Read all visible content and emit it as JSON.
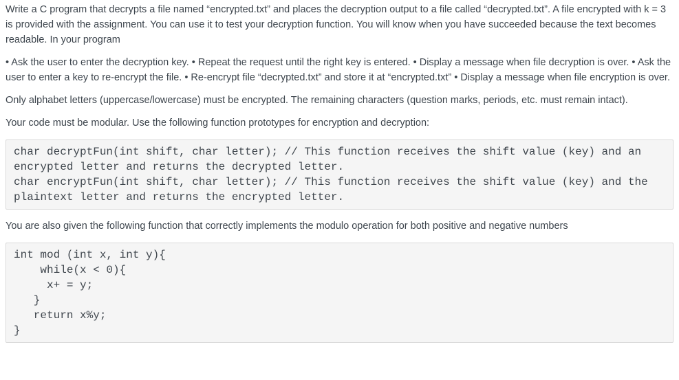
{
  "colors": {
    "page_background": "#ffffff",
    "text_color": "#3d454d",
    "code_background": "#f5f5f5",
    "code_border": "#d9d9d9",
    "code_text": "#40474e"
  },
  "document": {
    "paragraphs": [
      {
        "name": "intro",
        "text": "Write a C program that decrypts a file named “encrypted.txt” and places the decryption output to a file called “decrypted.txt”. A file encrypted with k = 3 is provided with the assignment. You can use it to test your decryption function. You will know when you have succeeded because the text becomes readable. In your program"
      },
      {
        "name": "requirements-bullets",
        "text": "• Ask the user to enter the decryption key. • Repeat the request until the right key is entered. • Display a message when file decryption is over. • Ask the user to enter a key to re-encrypt the file. • Re-encrypt file “decrypted.txt” and store it at “encrypted.txt” • Display a message when file encryption is over."
      },
      {
        "name": "encryption-scope",
        "text": "Only alphabet letters (uppercase/lowercase) must be encrypted. The remaining characters (question marks, periods, etc. must remain intact)."
      },
      {
        "name": "modularity",
        "text": "Your code must be modular. Use the following function prototypes for encryption and decryption:"
      },
      {
        "name": "modulo-note",
        "text": "You are also given the following function that correctly implements the modulo operation for both positive and negative numbers"
      }
    ],
    "code_blocks": [
      {
        "name": "function-prototypes",
        "code": "char decryptFun(int shift, char letter); // This function receives the shift value (key) and an\nencrypted letter and returns the decrypted letter.\nchar encryptFun(int shift, char letter); // This function receives the shift value (key) and the\nplaintext letter and returns the encrypted letter."
      },
      {
        "name": "mod-function",
        "code": "int mod (int x, int y){\n    while(x < 0){\n     x+ = y;\n   }\n   return x%y;\n}"
      }
    ]
  }
}
